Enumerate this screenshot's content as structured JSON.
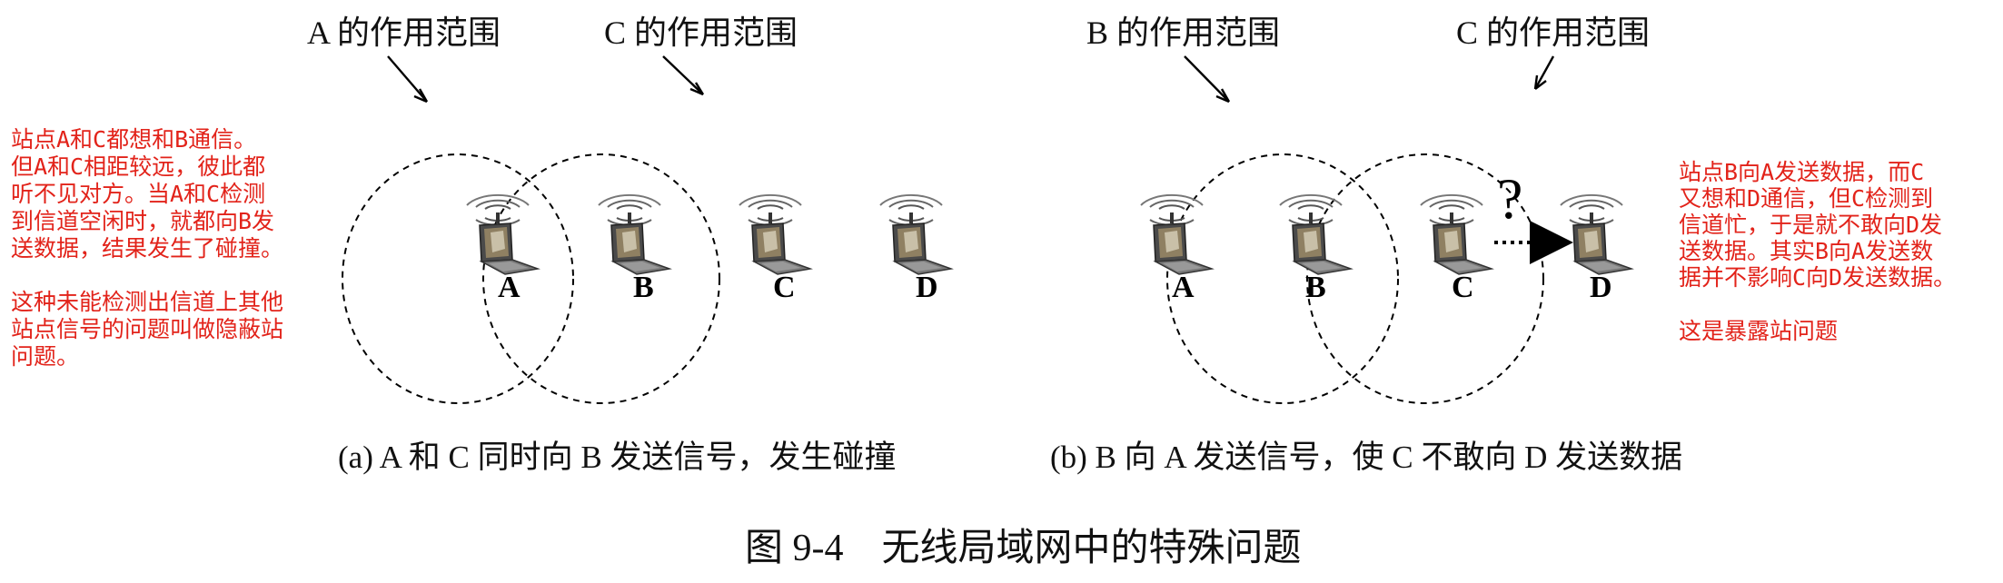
{
  "panel_a": {
    "range_label_a": "A 的作用范围",
    "range_label_c": "C 的作用范围",
    "nodes": [
      "A",
      "B",
      "C",
      "D"
    ],
    "caption": "(a) A 和 C 同时向 B 发送信号，发生碰撞",
    "note_lines": [
      "站点A和C都想和B通信。",
      "但A和C相距较远，彼此都",
      "听不见对方。当A和C检测",
      "到信道空闲时，就都向B发",
      "送数据，结果发生了碰撞。",
      "",
      "这种未能检测出信道上其他",
      "站点信号的问题叫做隐蔽站",
      "问题。"
    ]
  },
  "panel_b": {
    "range_label_b": "B 的作用范围",
    "range_label_c": "C 的作用范围",
    "nodes": [
      "A",
      "B",
      "C",
      "D"
    ],
    "question_mark": "?",
    "caption": "(b) B 向 A 发送信号，使 C 不敢向 D 发送数据",
    "note_lines": [
      "站点B向A发送数据，而C",
      "又想和D通信，但C检测到",
      "信道忙，于是就不敢向D发",
      "送数据。其实B向A发送数",
      "据并不影响C向D发送数据。",
      "",
      "这是暴露站问题"
    ]
  },
  "figure_caption": "图 9-4　无线局域网中的特殊问题",
  "colors": {
    "note_text": "#e2231a",
    "line": "#000000"
  }
}
